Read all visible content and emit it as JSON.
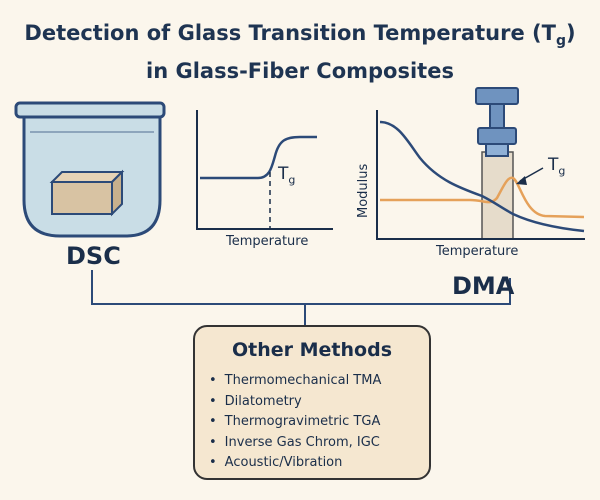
{
  "title": {
    "line1_prefix": "Detection of Glass Transition Temperature (T",
    "line1_sub": "g",
    "line1_suffix": ")",
    "line2": "in Glass-Fiber Composites"
  },
  "dsc": {
    "label": "DSC",
    "graph_xlabel": "Temperature",
    "tg_main": "T",
    "tg_sub": "g"
  },
  "dma": {
    "label": "DMA",
    "xlabel": "Temperature",
    "ylabel": "Modulus",
    "tg_main": "T",
    "tg_sub": "g"
  },
  "other_methods": {
    "title": "Other Methods",
    "items": [
      "Thermomechanical TMA",
      "Dilatometry",
      "Thermogravimetric TGA",
      "Inverse Gas Chrom, IGC",
      "Acoustic/Vibration"
    ]
  },
  "colors": {
    "navy": "#2c4a78",
    "orange": "#e5a15a",
    "box_fill": "#f5e7d0",
    "beaker_fill": "#c9dde6",
    "sample_fill": "#d8c3a3"
  }
}
